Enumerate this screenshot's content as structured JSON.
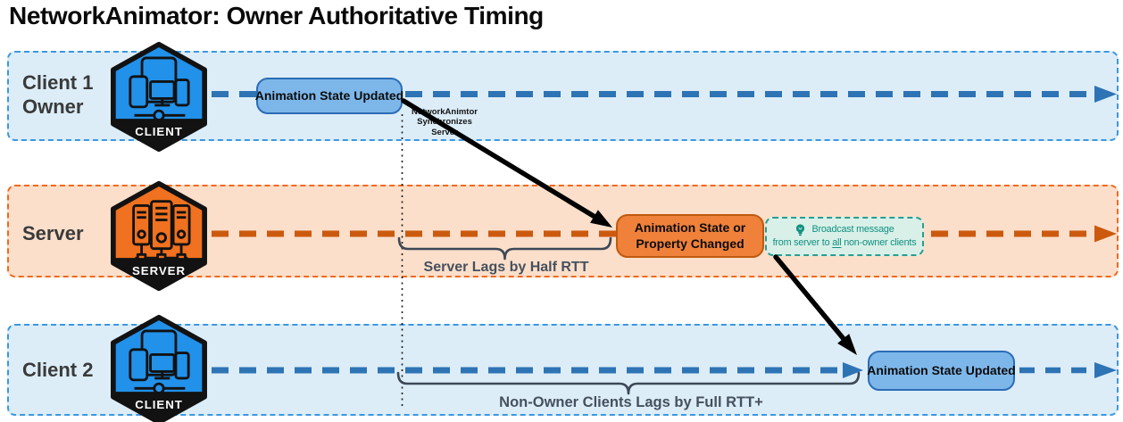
{
  "title": "NetworkAnimator: Owner Authoritative Timing",
  "lanes": {
    "client1": {
      "label_line1": "Client 1",
      "label_line2": "Owner",
      "badge": "CLIENT"
    },
    "server": {
      "label_line1": "Server",
      "badge": "SERVER"
    },
    "client2": {
      "label_line1": "Client 2",
      "badge": "CLIENT"
    }
  },
  "events": {
    "client1_update": "Animation State Updated",
    "server_change_line1": "Animation State or",
    "server_change_line2": "Property Changed",
    "client2_update": "Animation State Updated"
  },
  "annotations": {
    "sync_line1": "NetworkAnimtor",
    "sync_line2": "Synchronizes",
    "sync_line3": "Server",
    "server_lag": "Server Lags by Half RTT",
    "client_lag": "Non-Owner Clients Lags by Full RTT+",
    "broadcast_title": "Broadcast message",
    "broadcast_pre": "from server to ",
    "broadcast_all": "all",
    "broadcast_post": " non-owner clients"
  },
  "colors": {
    "client_lane_bg": "#dcedf8",
    "client_lane_border": "#3b97e0",
    "client_timeline": "#2e74b5",
    "server_lane_bg": "#fbdfca",
    "server_lane_border": "#f2691d",
    "server_timeline": "#cb5a0f",
    "event_blue_fill": "#7db7ea",
    "event_blue_border": "#2b6cb5",
    "event_orange_fill": "#f0813a",
    "event_orange_border": "#bf5a10",
    "broadcast_bg": "#d9f0e9",
    "broadcast_border": "#2a9d8f",
    "broadcast_text": "#10917f",
    "hexagon_client": "#2191ea",
    "hexagon_server": "#f0711f",
    "brace": "#3d4857",
    "arrow": "#000000"
  }
}
